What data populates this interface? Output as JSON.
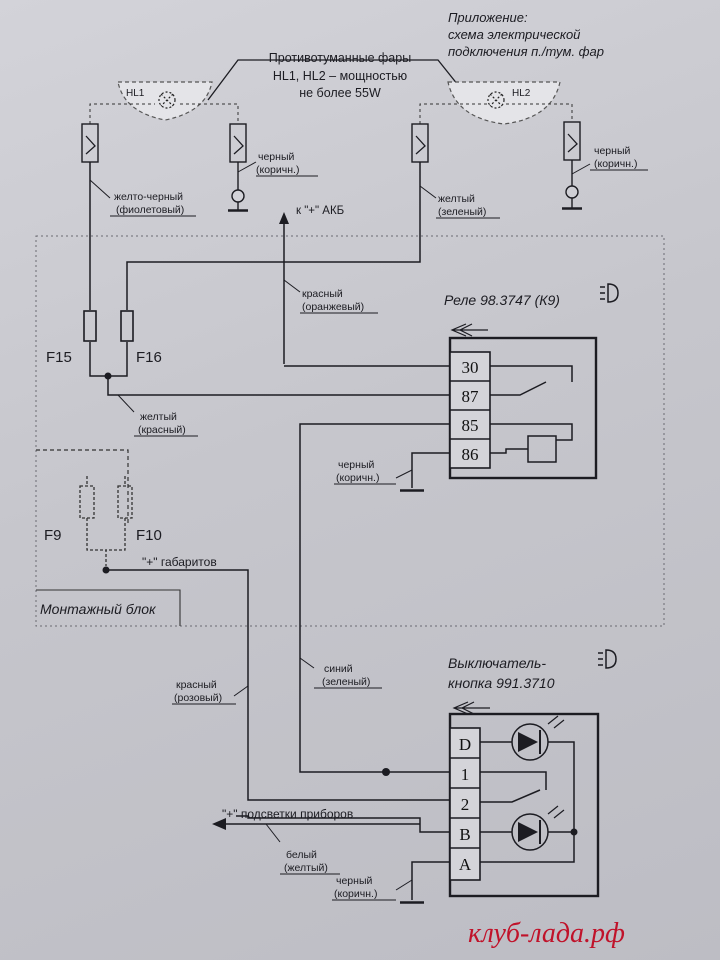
{
  "appendix": {
    "line1": "Приложение:",
    "line2": "схема электрической",
    "line3": "подключения п./тум. фар"
  },
  "fog_lamps": {
    "title": "Противотуманные фары",
    "spec_line1": "HL1, HL2 – мощностью",
    "spec_line2": "не более 55W",
    "lamp_left": "HL1",
    "lamp_right": "HL2"
  },
  "wires": {
    "black_brown_1": [
      "черный",
      "(коричн.)"
    ],
    "black_brown_2": [
      "черный",
      "(коричн.)"
    ],
    "black_brown_3": [
      "черный",
      "(коричн.)"
    ],
    "black_brown_4": [
      "черный",
      "(коричн.)"
    ],
    "yellow_black": [
      "желто-черный",
      "(фиолетовый)"
    ],
    "yellow_green": [
      "желтый",
      "(зеленый)"
    ],
    "red_orange": [
      "красный",
      "(оранжевый)"
    ],
    "yellow_red": [
      "желтый",
      "(красный)"
    ],
    "blue_green": [
      "синий",
      "(зеленый)"
    ],
    "red_pink": [
      "красный",
      "(розовый)"
    ],
    "white_yellow": [
      "белый",
      "(желтый)"
    ]
  },
  "labels": {
    "akb": "к \"+\" АКБ",
    "gabarity": "\"+\" габаритов",
    "backlight": "\"+\" подсветки приборов",
    "mounting_block": "Монтажный блок"
  },
  "fuses": [
    "F15",
    "F16",
    "F9",
    "F10"
  ],
  "relay": {
    "title": "Реле 98.3747 (К9)",
    "pins": [
      "30",
      "87",
      "85",
      "86"
    ]
  },
  "switch": {
    "title_line1": "Выключатель-",
    "title_line2": "кнопка 991.3710",
    "pins": [
      "D",
      "1",
      "2",
      "B",
      "A"
    ]
  },
  "watermark": "клуб-лада.рф"
}
